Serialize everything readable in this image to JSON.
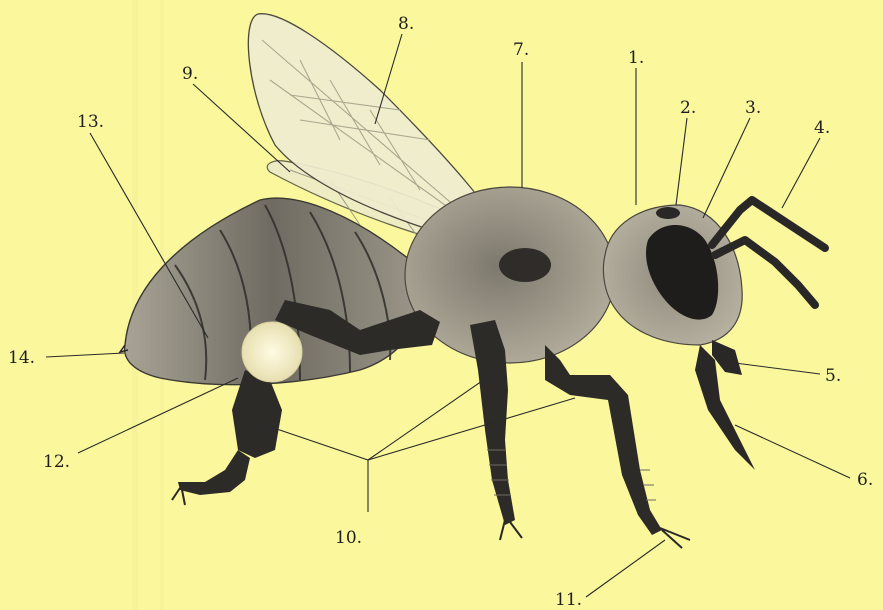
{
  "colors": {
    "background": "#fbf79c",
    "body_gray": "#8a8578",
    "dark": "#2a2826",
    "wing": "#eceacb",
    "pollen": "#f6f0c8"
  },
  "labels": {
    "l1": "1.",
    "l2": "2.",
    "l3": "3.",
    "l4": "4.",
    "l5": "5.",
    "l6": "6.",
    "l7": "7.",
    "l8": "8.",
    "l9": "9.",
    "l10": "10.",
    "l11": "11.",
    "l12": "12.",
    "l13": "13.",
    "l14": "14."
  }
}
